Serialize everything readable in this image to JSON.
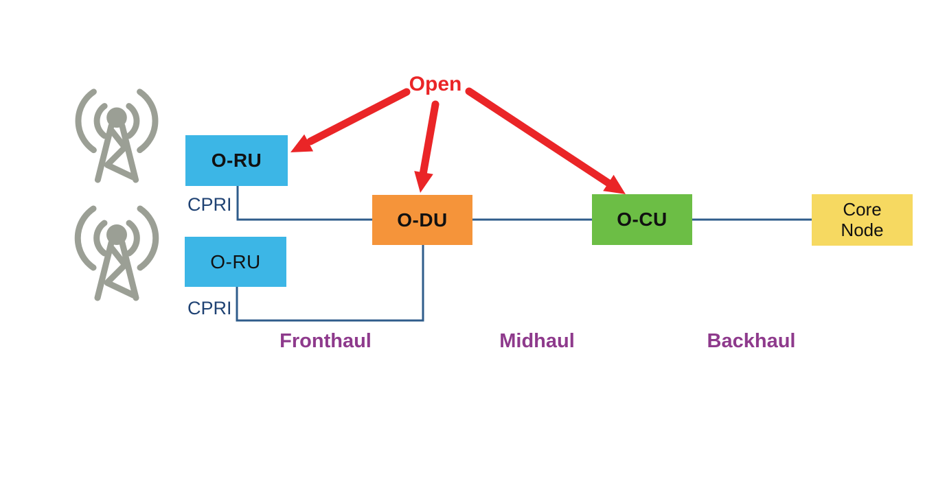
{
  "diagram": {
    "open_label": "Open",
    "nodes": {
      "oru1": {
        "label": "O-RU"
      },
      "oru2": {
        "label": "O-RU"
      },
      "odu": {
        "label": "O-DU"
      },
      "ocu": {
        "label": "O-CU"
      },
      "core_node": {
        "line1": "Core",
        "line2": "Node"
      }
    },
    "interface_labels": {
      "cpri1": "CPRI",
      "cpri2": "CPRI"
    },
    "segment_labels": {
      "fronthaul": "Fronthaul",
      "midhaul": "Midhaul",
      "backhaul": "Backhaul"
    },
    "icons": {
      "antenna1": "radio-tower-icon",
      "antenna2": "radio-tower-icon"
    },
    "colors": {
      "oru_fill": "#3CB6E6",
      "odu_fill": "#F5943A",
      "ocu_fill": "#6CBE45",
      "core_fill": "#F6D961",
      "arrow_red": "#EA2527",
      "connector_blue": "#2F5C8B",
      "cpri_text": "#1F4273",
      "segment_text": "#8E3A8C",
      "antenna_gray": "#9B9F95",
      "node_text": "#111111",
      "background": "#FFFFFF"
    }
  }
}
